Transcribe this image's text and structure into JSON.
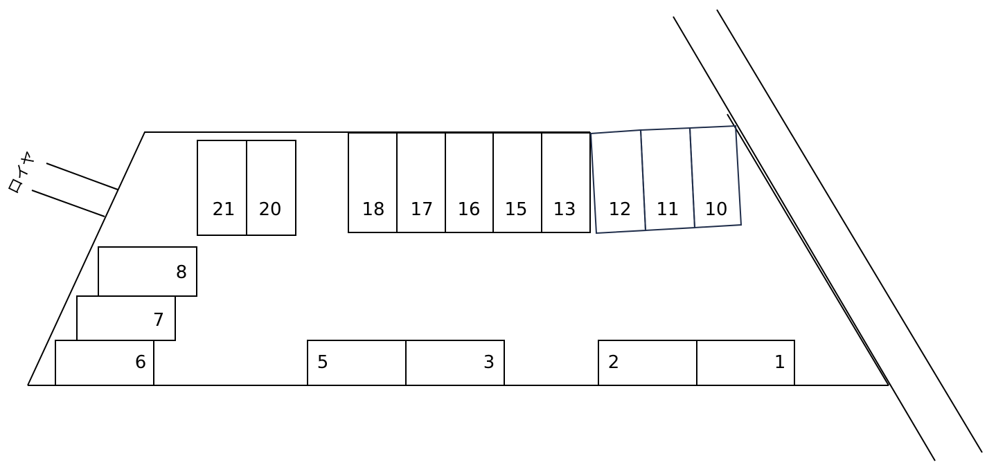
{
  "side_label": "ロイヤ",
  "stalls": [
    {
      "id": "s1",
      "label": "1"
    },
    {
      "id": "s2",
      "label": "2"
    },
    {
      "id": "s3",
      "label": "3"
    },
    {
      "id": "s5",
      "label": "5"
    },
    {
      "id": "s6",
      "label": "6"
    },
    {
      "id": "s7",
      "label": "7"
    },
    {
      "id": "s8",
      "label": "8"
    },
    {
      "id": "s10",
      "label": "10"
    },
    {
      "id": "s11",
      "label": "11"
    },
    {
      "id": "s12",
      "label": "12"
    },
    {
      "id": "s13",
      "label": "13"
    },
    {
      "id": "s15",
      "label": "15"
    },
    {
      "id": "s16",
      "label": "16"
    },
    {
      "id": "s17",
      "label": "17"
    },
    {
      "id": "s18",
      "label": "18"
    },
    {
      "id": "s20",
      "label": "20"
    },
    {
      "id": "s21",
      "label": "21"
    }
  ],
  "colors": {
    "line": "#000000",
    "stall_outline_angled": "#1f2d4a"
  }
}
